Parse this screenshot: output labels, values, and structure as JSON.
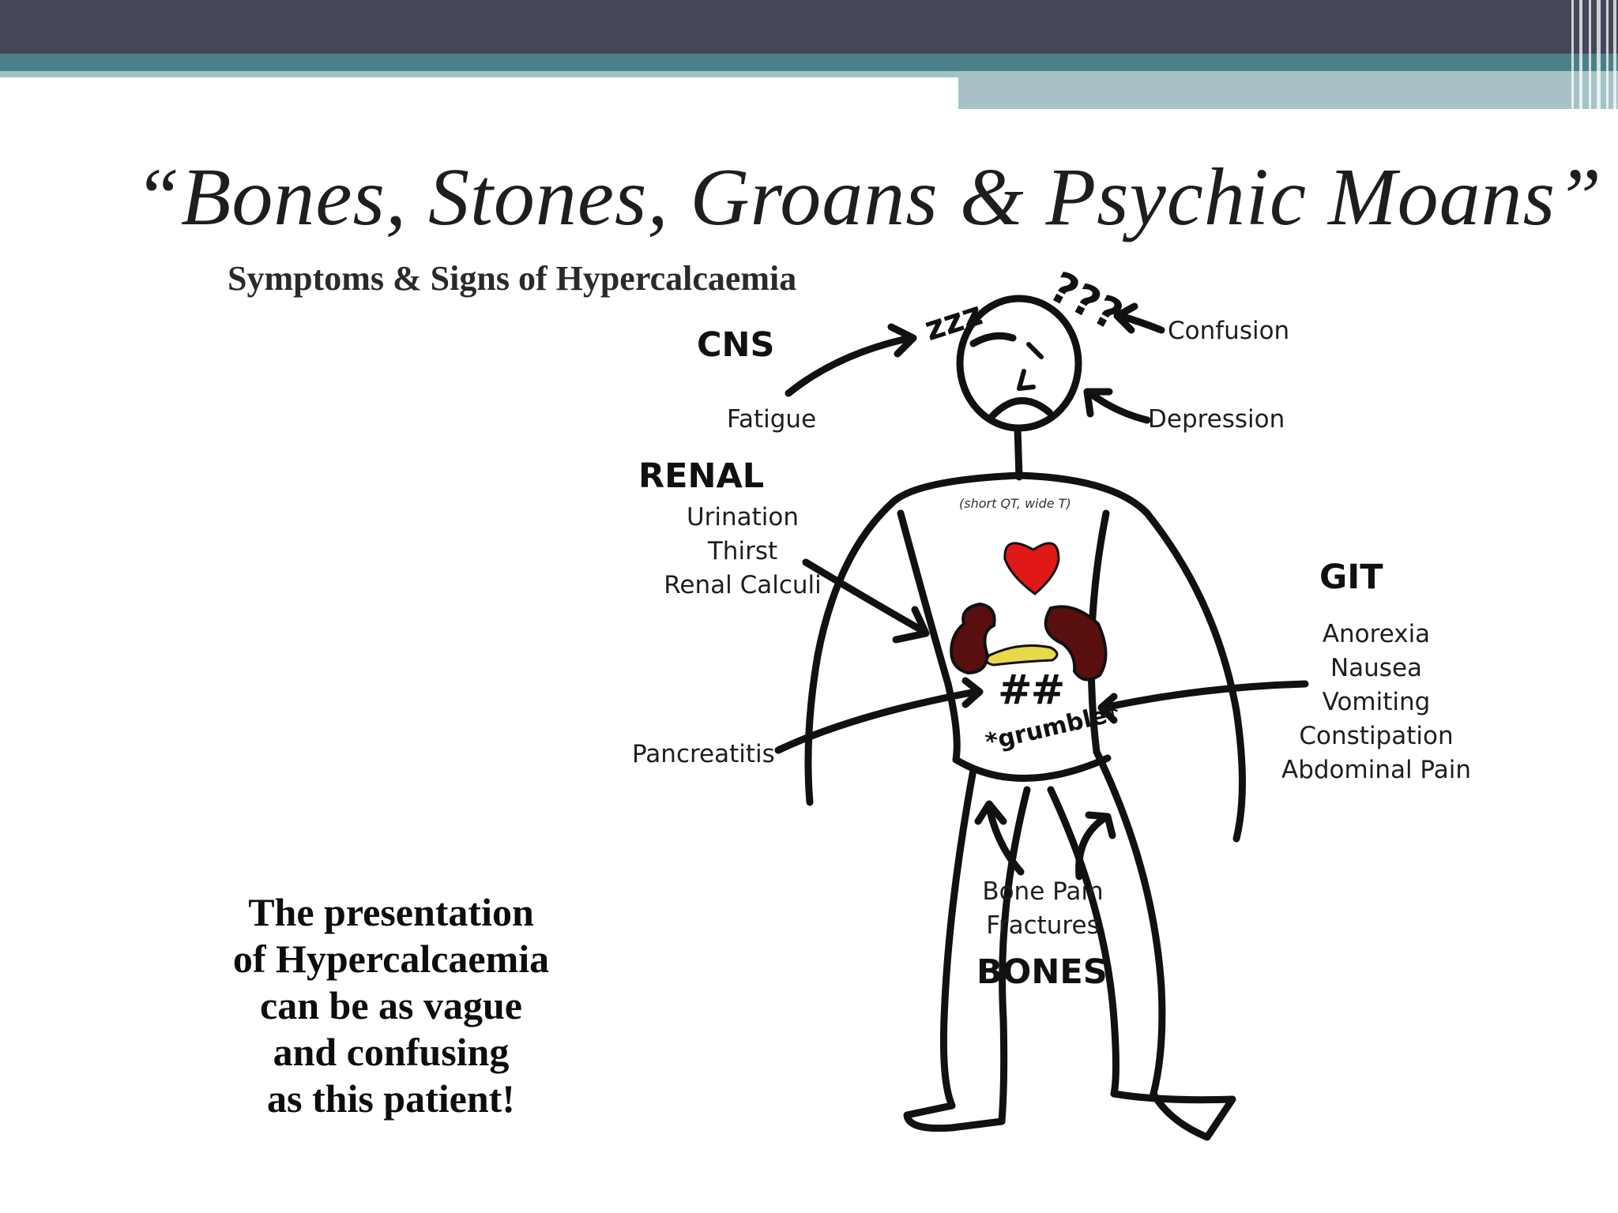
{
  "slide": {
    "title": "“Bones, Stones, Groans & Psychic Moans”",
    "subtitle": "Symptoms & Signs of Hypercalcaemia",
    "note_lines": [
      "The presentation",
      "of Hypercalcaemia",
      "can be as vague",
      "and confusing",
      "as this patient!"
    ]
  },
  "diagram": {
    "cns": {
      "heading": "CNS",
      "fatigue": "Fatigue",
      "confusion": "Confusion",
      "depression": "Depression"
    },
    "renal": {
      "heading": "RENAL",
      "items": [
        "Urination",
        "Thirst",
        "Renal Calculi"
      ]
    },
    "git": {
      "heading": "GIT",
      "items": [
        "Anorexia",
        "Nausea",
        "Vomiting",
        "Constipation",
        "Abdominal Pain"
      ]
    },
    "pancreatitis": "Pancreatitis",
    "bones": {
      "heading": "BONES",
      "items": [
        "Bone Pain",
        "Fractures"
      ]
    },
    "figure_text": {
      "ecg": "(short QT, wide T)",
      "hash": "##",
      "grumble": "*grumble*",
      "zzz": "zzz",
      "question_marks": "???"
    }
  },
  "colors": {
    "header_dark": "#45465a",
    "header_teal": "#4a8088",
    "header_light": "#a6c2c6",
    "heart": "#e01818",
    "kidney": "#5a0f0f",
    "pancreas": "#e8d94a"
  }
}
